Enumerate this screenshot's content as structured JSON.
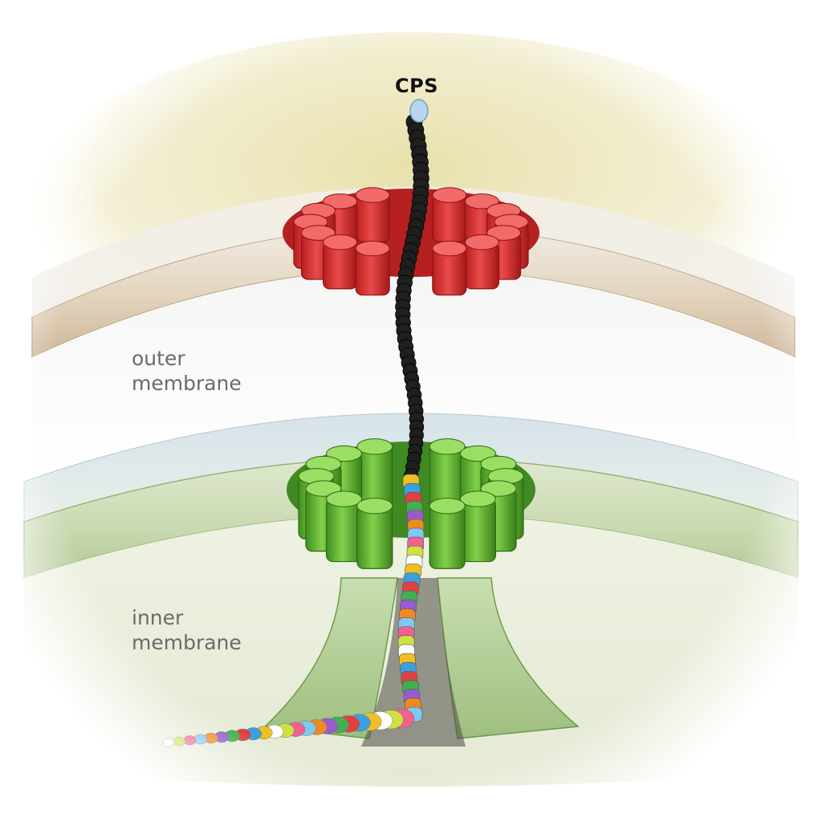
{
  "labels": {
    "cps": "CPS",
    "outer_membrane": {
      "line1": "outer",
      "line2": "membrane"
    },
    "inner_membrane": {
      "line1": "inner",
      "line2": "membrane"
    }
  },
  "colors": {
    "outer_channel": "#e23a3a",
    "inner_channel": "#6cbf3a",
    "polymer_chain": "#1e1e1e",
    "capsule_layer": "#ece6b2",
    "outer_membrane": "#e3d2b8",
    "inner_membrane": "#c9d9b4",
    "periplasm": "#cfdde6"
  },
  "bead_colors": [
    "#f0c020",
    "#3aa0e0",
    "#e04040",
    "#40b050",
    "#9a5ad0",
    "#f08a20",
    "#7fc8f0",
    "#f06090",
    "#d0e040",
    "#ffffff"
  ]
}
